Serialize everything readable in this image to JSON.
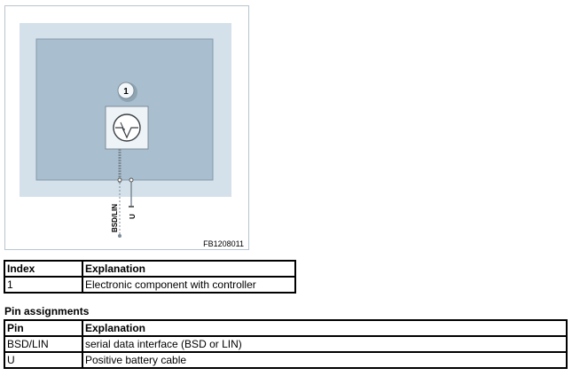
{
  "diagram": {
    "component_number": "1",
    "pins": [
      "BSD/LIN",
      "U"
    ],
    "figure_code": "FB1208011",
    "colors": {
      "frame_border": "#b9c5cf",
      "outer_fill": "#d4e1ea",
      "inner_fill": "#a9bfcf",
      "inner_border": "#8499aa",
      "component_fill": "#eef3f7",
      "wire": "#7d8a95"
    },
    "icons": [
      "component-number-badge",
      "electronic-controller-symbol"
    ]
  },
  "index_table": {
    "headers": [
      "Index",
      "Explanation"
    ],
    "rows": [
      [
        "1",
        "Electronic component with controller"
      ]
    ]
  },
  "pin_assignments": {
    "heading": "Pin assignments",
    "headers": [
      "Pin",
      "Explanation"
    ],
    "rows": [
      [
        "BSD/LIN",
        "serial data interface (BSD or LIN)"
      ],
      [
        "U",
        "Positive battery cable"
      ]
    ]
  }
}
